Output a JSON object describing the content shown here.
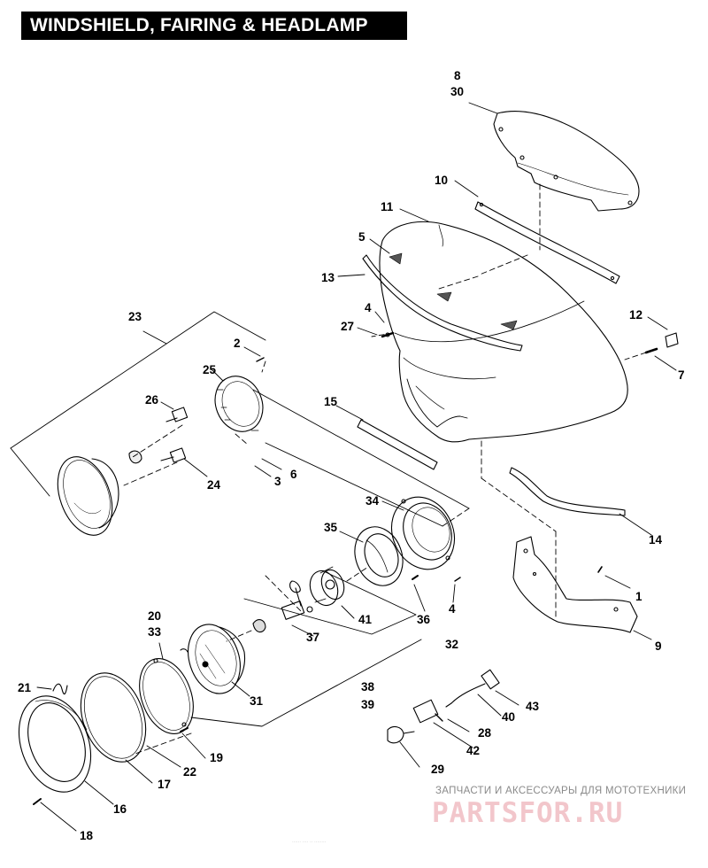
{
  "title": "WINDSHIELD, FAIRING & HEADLAMP",
  "watermark": {
    "tagline": "ЗАПЧАСТИ И АКСЕССУАРЫ ДЛЯ МОТОТЕХНИКИ",
    "logo_text": "PARTSFOR.RU",
    "logo_color": "#f2c6cb",
    "tagline_color": "#8a8a8a"
  },
  "footer_fine_print": "...... .... .. ........",
  "callouts": {
    "c8": "8",
    "c30": "30",
    "c10": "10",
    "c11": "11",
    "c5": "5",
    "c13": "13",
    "c4a": "4",
    "c27": "27",
    "c12": "12",
    "c7": "7",
    "c23": "23",
    "c2": "2",
    "c25": "25",
    "c26": "26",
    "c15": "15",
    "c6": "6",
    "c3": "3",
    "c24": "24",
    "c34": "34",
    "c35": "35",
    "c14": "14",
    "c1": "1",
    "c36": "36",
    "c4b": "4",
    "c32": "32",
    "c9": "9",
    "c41": "41",
    "c20": "20",
    "c33": "33",
    "c37": "37",
    "c31": "31",
    "c38": "38",
    "c39": "39",
    "c43": "43",
    "c40": "40",
    "c21": "21",
    "c28": "28",
    "c42": "42",
    "c19": "19",
    "c22": "22",
    "c17": "17",
    "c29": "29",
    "c16": "16",
    "c18": "18"
  }
}
